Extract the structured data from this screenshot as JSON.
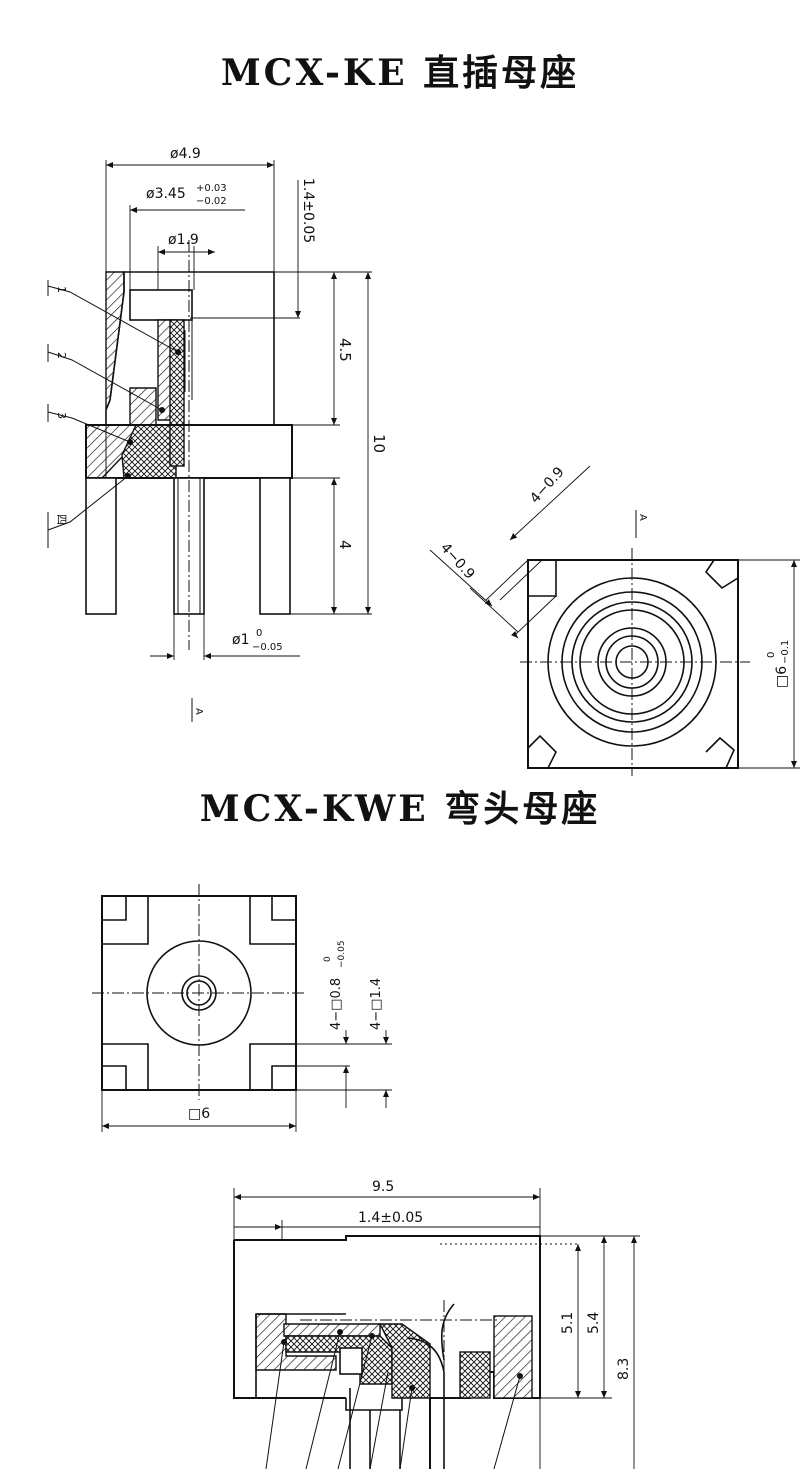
{
  "titles": {
    "straight": "MCX-KE 直插母座",
    "right_angle": "MCX-KWE 弯头母座"
  },
  "straight_side_view": {
    "dim_outer_dia": "ø4.9",
    "dim_inner_dia_base": "ø3.45",
    "dim_inner_dia_tol_upper": "+0.03",
    "dim_inner_dia_tol_lower": "−0.02",
    "dim_pin_dia_top": "ø1.9",
    "dim_top_offset": "1.4±0.05",
    "dim_upper_height": "4.5",
    "dim_total_height": "10",
    "dim_leg_height": "4",
    "dim_pin_dia_base": "ø1",
    "dim_pin_dia_tol_upper": "0",
    "dim_pin_dia_tol_lower": "−0.05",
    "callout_1": "1",
    "callout_2": "2",
    "callout_3": "3",
    "callout_4": "四",
    "view_marker": "A"
  },
  "straight_bottom_view": {
    "dim_chamfer_a": "4−0.9",
    "dim_chamfer_b": "4−0.9",
    "dim_square": "□6",
    "dim_square_tol_upper": "0",
    "dim_square_tol_lower": "−0.1",
    "view_marker": "A"
  },
  "right_angle_front_view": {
    "dim_pin_square_base": "4−□0.8",
    "dim_pin_square_tol_upper": "0",
    "dim_pin_square_tol_lower": "−0.05",
    "dim_pin_pitch": "4−□1.4",
    "dim_body_square": "□6"
  },
  "right_angle_side_view": {
    "dim_length": "9.5",
    "dim_offset": "1.4±0.05",
    "dim_h1": "5.1",
    "dim_h2": "5.4",
    "dim_h3": "8.3"
  }
}
